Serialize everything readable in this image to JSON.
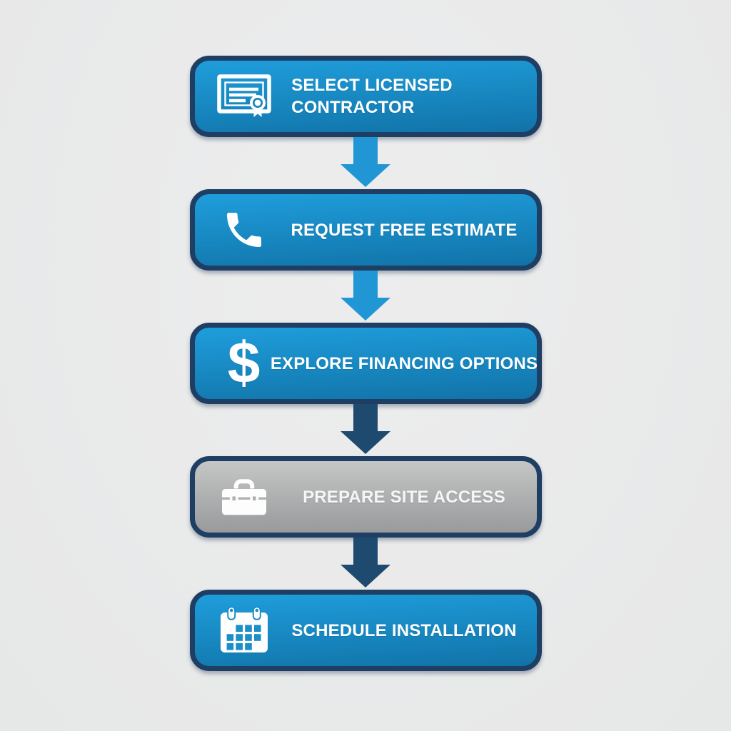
{
  "colors": {
    "bg_light": "#ededee",
    "bg_dark": "#e6e7e7",
    "box_blue_top": "#1f9edc",
    "box_blue_bottom": "#1173a8",
    "box_gray_top": "#c5c6c6",
    "box_gray_bottom": "#989a9b",
    "border_navy": "#1e3f63",
    "arrow_blue": "#2196d4",
    "arrow_navy": "#1f4a70",
    "text_white": "#ffffff"
  },
  "flowchart": {
    "title": "",
    "dollar_symbol": "$",
    "steps": [
      {
        "order": 1,
        "label": "SELECT LICENSED\nCONTRACTOR",
        "icon": "certificate-icon",
        "variant": "blue"
      },
      {
        "order": 2,
        "label": "REQUEST FREE ESTIMATE",
        "icon": "phone-icon",
        "variant": "blue"
      },
      {
        "order": 3,
        "label": "EXPLORE FINANCING OPTIONS",
        "icon": "dollar-sign-icon",
        "variant": "blue"
      },
      {
        "order": 4,
        "label": "PREPARE SITE ACCESS",
        "icon": "toolbox-icon",
        "variant": "gray"
      },
      {
        "order": 5,
        "label": "SCHEDULE INSTALLATION",
        "icon": "calendar-icon",
        "variant": "blue"
      }
    ],
    "connectors": [
      {
        "from": 1,
        "to": 2,
        "direction": "down",
        "color": "blue"
      },
      {
        "from": 2,
        "to": 3,
        "direction": "down",
        "color": "blue"
      },
      {
        "from": 3,
        "to": 4,
        "direction": "down",
        "color": "navy"
      },
      {
        "from": 4,
        "to": 5,
        "direction": "down",
        "color": "navy"
      }
    ]
  }
}
